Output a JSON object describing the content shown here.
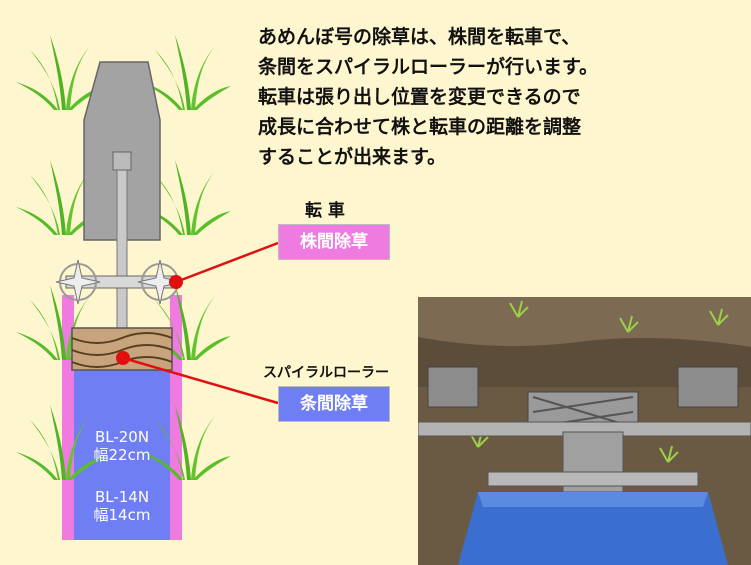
{
  "description_lines": [
    "あめんぼ号の除草は、株間を転車で、",
    "条間をスパイラルローラーが行います。",
    "転車は張り出し位置を変更できるので",
    "成長に合わせて株と転車の距離を調整",
    "することが出来ます。"
  ],
  "wheel": {
    "label": "転 車",
    "tag": "株間除草"
  },
  "roller": {
    "label": "スパイラルローラー",
    "tag": "条間除草"
  },
  "widths": [
    {
      "model": "BL-20N",
      "width": "幅22cm"
    },
    {
      "model": "BL-14N",
      "width": "幅14cm"
    }
  ],
  "colors": {
    "background": "#fef6cf",
    "pink_tag": "#f07be0",
    "blue_tag": "#6f7ef2",
    "marker_red": "#e01010",
    "leaf_green": "#5bbf2a"
  }
}
